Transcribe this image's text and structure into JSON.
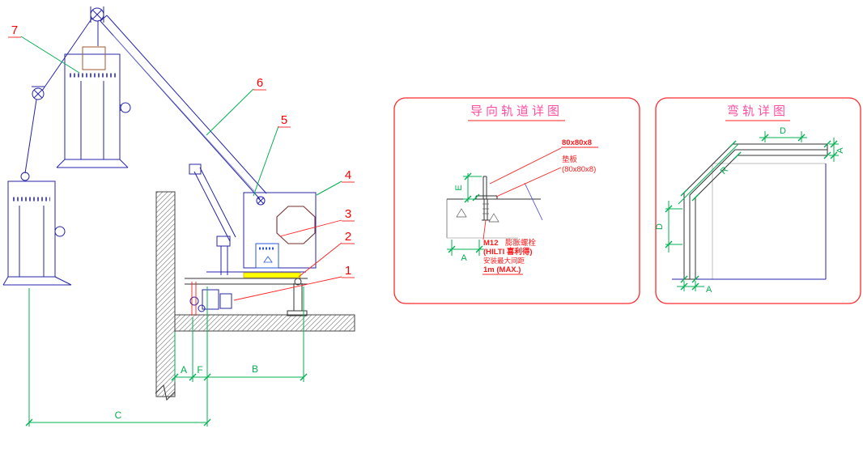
{
  "main": {
    "callouts": [
      "7",
      "6",
      "5",
      "4",
      "3",
      "2",
      "1"
    ],
    "dim_a": "A",
    "dim_f": "F",
    "dim_b": "B",
    "dim_c": "C"
  },
  "detail_guide": {
    "title": "导向轨道详图",
    "ann_angle_size": "80x80x8",
    "ann_pad": "垫板",
    "ann_pad_size": "(80x80x8)",
    "ann_bolt_code": "M12",
    "ann_bolt_name": "膨胀螺栓",
    "ann_bolt_brand": "(HILTI 喜利得)",
    "ann_spacing_label": "安装最大间距",
    "ann_spacing_value": "1m (MAX.)",
    "dim_e": "E",
    "dim_a": "A"
  },
  "detail_bend": {
    "title": "弯轨详图",
    "dim_d_top": "D",
    "dim_a_right": "A",
    "dim_r": "R",
    "dim_d_left": "D",
    "dim_a_bottom": "A"
  },
  "colors": {
    "callout_red": "#ff0000",
    "dimension_green": "#00b050",
    "equipment_blue": "#2424a8",
    "title_pink": "#ff4fa3",
    "detail_border_red": "#ff2a2a",
    "highlight_yellow": "#ffff00"
  }
}
